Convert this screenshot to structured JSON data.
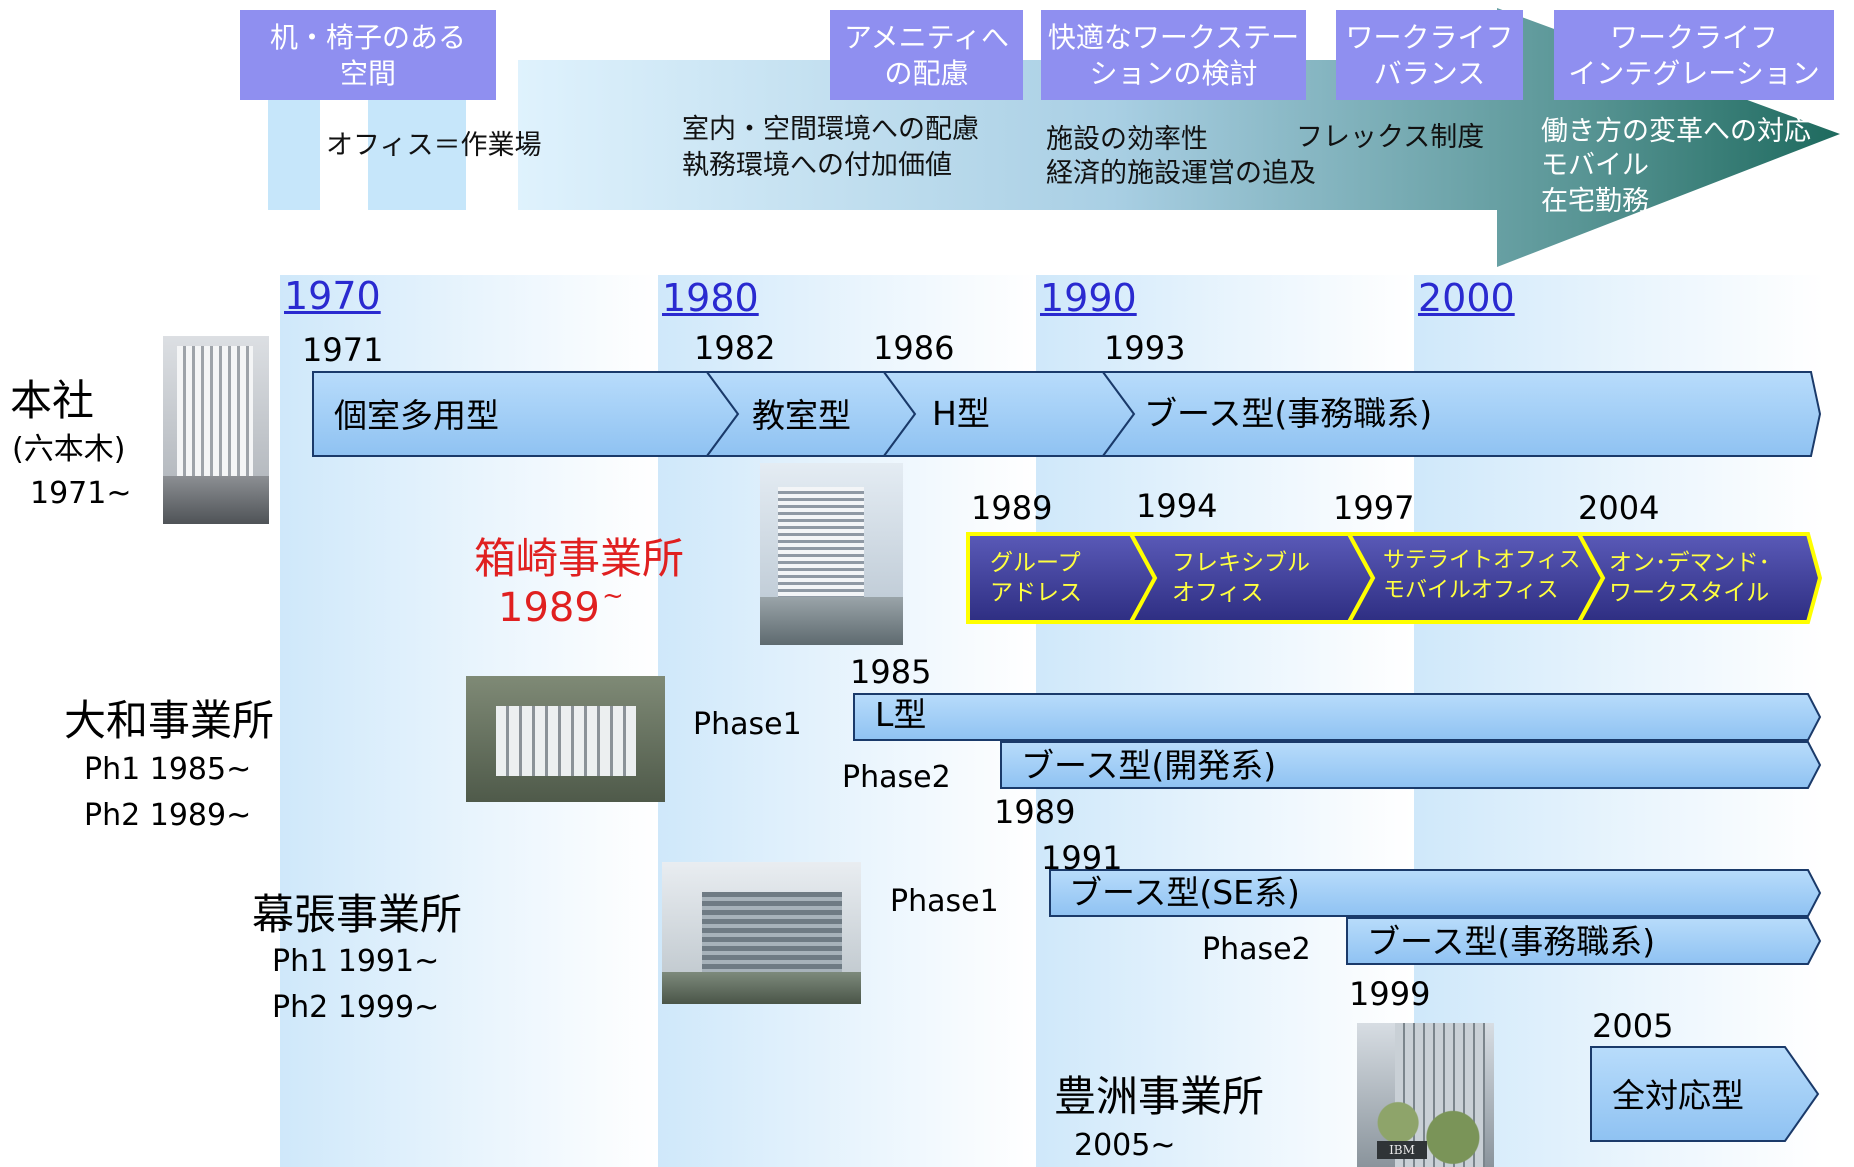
{
  "top_eras": [
    "机・椅子のある\n空間",
    "アメニティへ\nの配慮",
    "快適なワークステー\nションの検討",
    "ワークライフ\nバランス",
    "ワークライフ\nインテグレーション"
  ],
  "top_notes": {
    "n1": "オフィス＝作業場",
    "n2a": "室内・空間環境への配慮",
    "n2b": "執務環境への付加価値",
    "n3a": "施設の効率性",
    "n3b": "経済的施設運営の追及",
    "n4": "フレックス制度",
    "n5a": "働き方の変革への対応",
    "n5b": "モバイル",
    "n5c": "在宅勤務"
  },
  "decades": [
    "1970",
    "1980",
    "1990",
    "2000"
  ],
  "hq": {
    "name": "本社",
    "sub": "(六本木)",
    "since": "1971~",
    "years": [
      "1971",
      "1982",
      "1986",
      "1993"
    ],
    "segments": [
      "個室多用型",
      "教室型",
      "H型",
      "ブース型(事務職系)"
    ]
  },
  "hakozaki": {
    "name": "箱崎事業所",
    "since": "1989",
    "tilde": "~",
    "years": [
      "1989",
      "1994",
      "1997",
      "2004"
    ],
    "segments": [
      "グループ\nアドレス",
      "フレキシブル\nオフィス",
      "サテライトオフィス\nモバイルオフィス",
      "オン･デマンド･\nワークスタイル"
    ]
  },
  "yamato": {
    "name": "大和事業所",
    "ph1": "Ph1 1985~",
    "ph2": "Ph2 1989~",
    "phase1": "Phase1",
    "phase2": "Phase2",
    "y1": "1985",
    "y2": "1989",
    "seg1": "L型",
    "seg2": "ブース型(開発系)"
  },
  "makuhari": {
    "name": "幕張事業所",
    "ph1": "Ph1 1991~",
    "ph2": "Ph2 1999~",
    "phase1": "Phase1",
    "phase2": "Phase2",
    "y1": "1991",
    "y2": "1999",
    "seg1": "ブース型(SE系)",
    "seg2": "ブース型(事務職系)"
  },
  "toyosu": {
    "name": "豊洲事業所",
    "since": "2005~",
    "y": "2005",
    "seg": "全対応型",
    "sign": "IBM"
  },
  "colors": {
    "arrow_fill": "#a9d3f7",
    "era_fill": "#8f8ff0",
    "hakozaki_fill": "#3a3a90",
    "hakozaki_border": "#ffff00",
    "decade_link": "#2a2ad0",
    "hakozaki_text": "#e02020"
  }
}
